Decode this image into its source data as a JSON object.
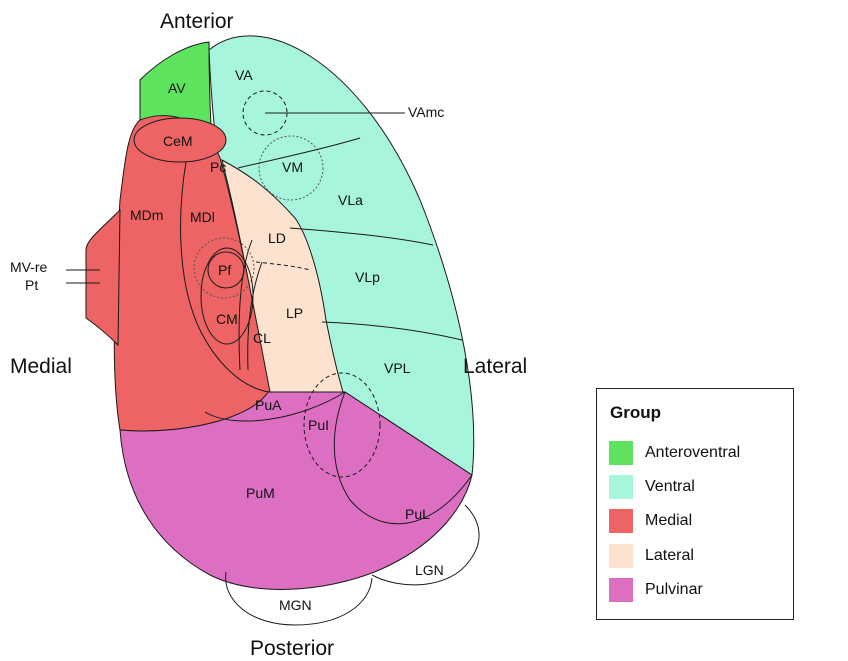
{
  "directions": {
    "anterior": "Anterior",
    "posterior": "Posterior",
    "medial": "Medial",
    "lateral": "Lateral"
  },
  "regions": {
    "av": "AV",
    "va": "VA",
    "vamc": "VAmc",
    "cem": "CeM",
    "pc": "Pc",
    "vm": "VM",
    "vla": "VLa",
    "mdm": "MDm",
    "mdl": "MDl",
    "ld": "LD",
    "vlp": "VLp",
    "pf": "Pf",
    "mv_re": "MV-re",
    "pt": "Pt",
    "cm": "CM",
    "lp": "LP",
    "cl": "CL",
    "vpl": "VPL",
    "pua": "PuA",
    "pul_i": "PuI",
    "pum": "PuM",
    "pul": "PuL",
    "lgn": "LGN",
    "mgn": "MGN"
  },
  "legend": {
    "title": "Group",
    "items": [
      {
        "label": "Anteroventral",
        "color": "#5ee35e"
      },
      {
        "label": "Ventral",
        "color": "#a8f5de"
      },
      {
        "label": "Medial",
        "color": "#ee6464"
      },
      {
        "label": "Lateral",
        "color": "#fde3cf"
      },
      {
        "label": "Pulvinar",
        "color": "#dc6fc2"
      }
    ]
  }
}
